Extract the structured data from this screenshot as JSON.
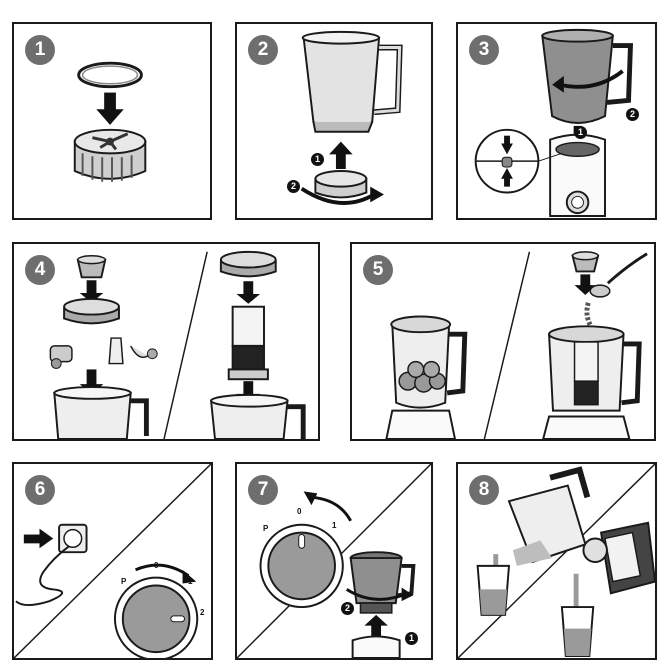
{
  "steps": [
    {
      "number": "1"
    },
    {
      "number": "2",
      "sub": [
        "1",
        "2"
      ]
    },
    {
      "number": "3",
      "sub": [
        "1",
        "2"
      ]
    },
    {
      "number": "4"
    },
    {
      "number": "5"
    },
    {
      "number": "6",
      "dial": [
        "P",
        "0",
        "1",
        "2"
      ]
    },
    {
      "number": "7",
      "dial": [
        "P",
        "0",
        "1"
      ],
      "sub": [
        "1",
        "2"
      ]
    },
    {
      "number": "8"
    }
  ],
  "colors": {
    "badge": "#6e6e6e",
    "line": "#1a1a1a",
    "jug": "#d9d9d9",
    "metal": "#9a9a9a",
    "dark": "#222222"
  }
}
